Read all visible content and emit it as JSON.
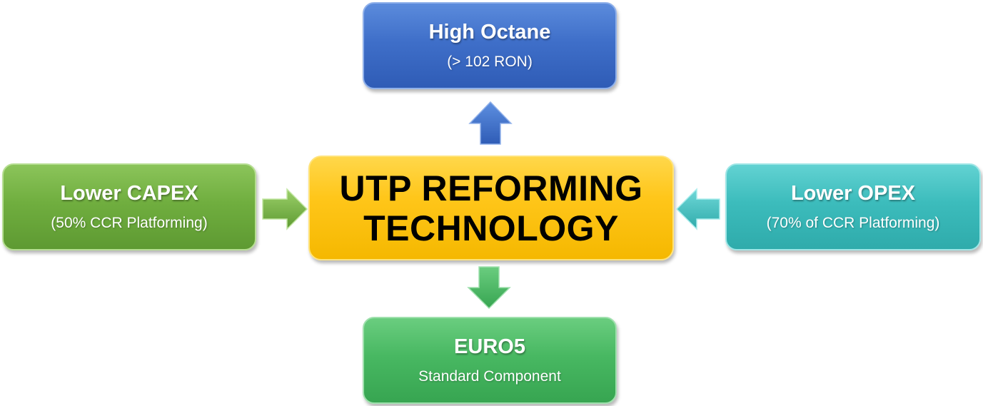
{
  "center": {
    "line1": "UTP REFORMING",
    "line2": "TECHNOLOGY"
  },
  "top": {
    "title": "High Octane",
    "subtitle": "(> 102 RON)"
  },
  "bottom": {
    "title": "EURO5",
    "subtitle": "Standard Component"
  },
  "left": {
    "title": "Lower CAPEX",
    "subtitle": "(50% CCR Platforming)"
  },
  "right": {
    "title": "Lower OPEX",
    "subtitle": "(70% of CCR Platforming)"
  },
  "colors": {
    "top_box": "#3f6fc9",
    "bottom_box": "#48b862",
    "left_box": "#70ae3f",
    "right_box": "#3cbcbc",
    "center_box": "#ffc61a"
  }
}
